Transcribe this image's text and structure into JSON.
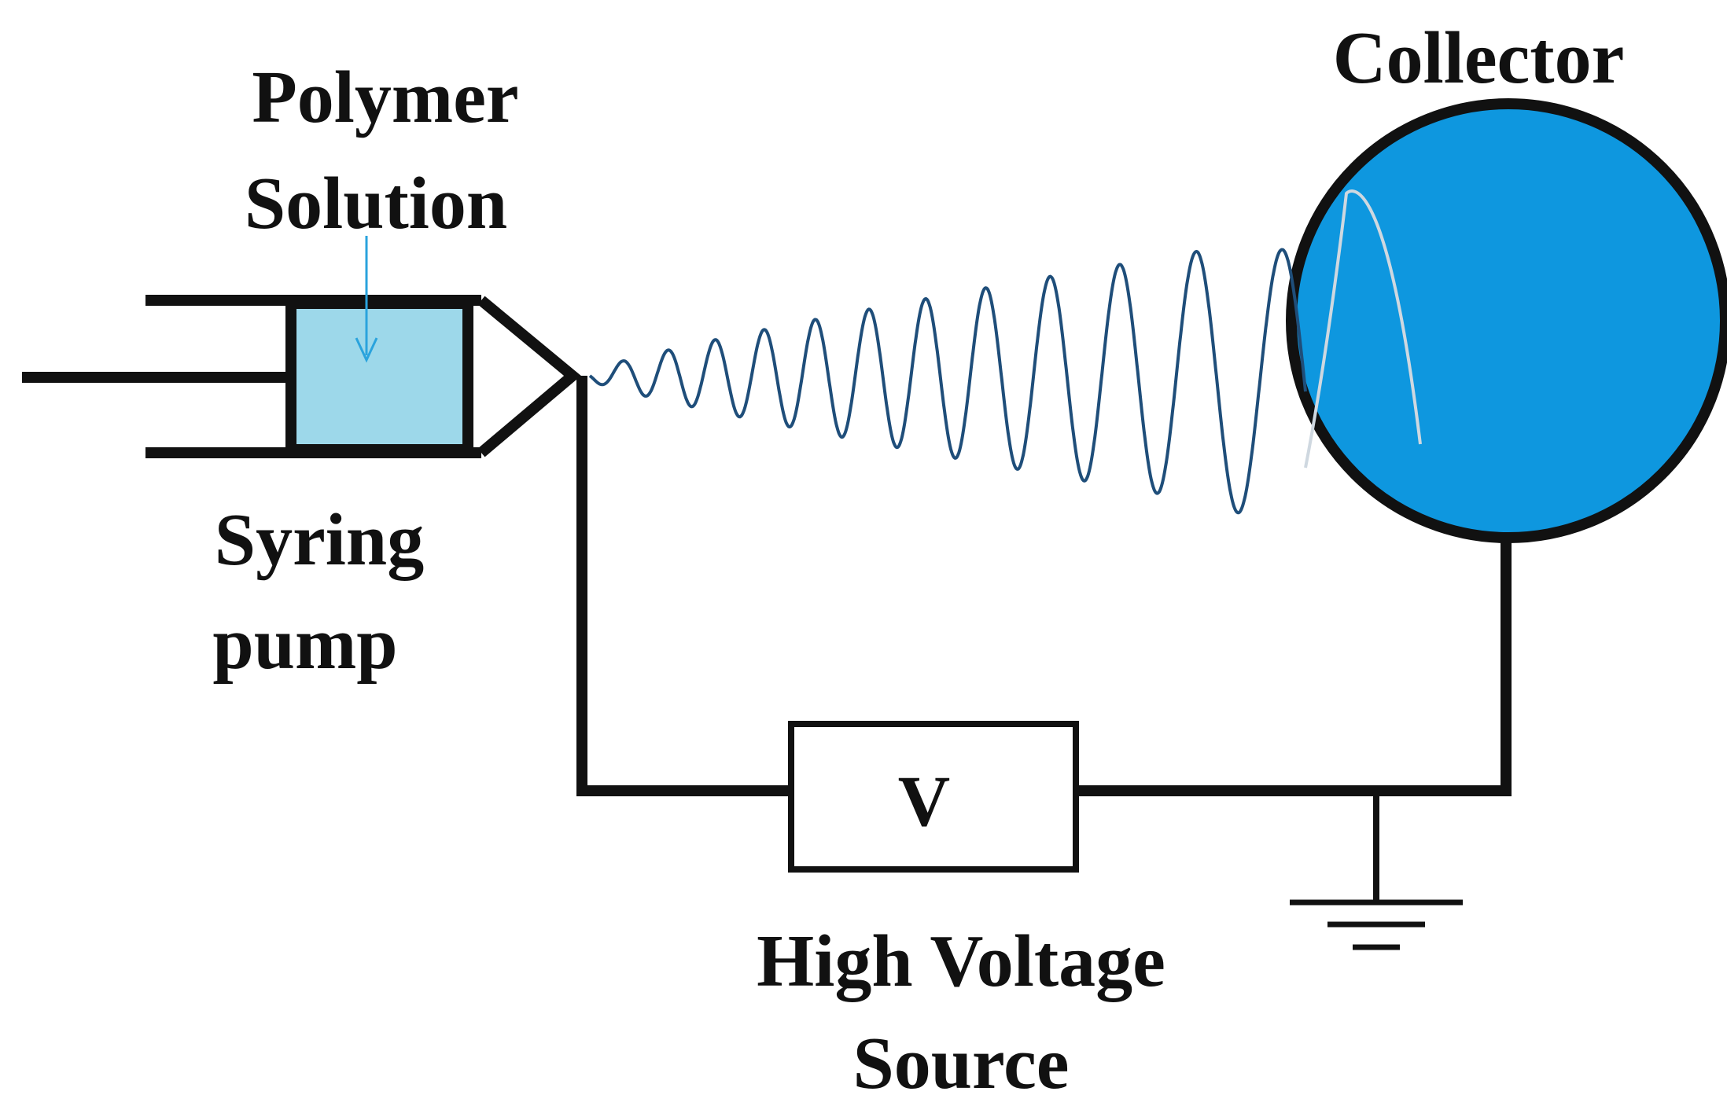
{
  "labels": {
    "polymer_line1": "Polymer",
    "polymer_line2": "Solution",
    "syringe_line1": "Syring",
    "syringe_line2": "pump",
    "collector": "Collector",
    "voltage_symbol": "V",
    "hv_line1": "High Voltage",
    "hv_line2": "Source"
  },
  "colors": {
    "line": "#111111",
    "solution_fill": "#9DD8EA",
    "arrow": "#2AA3DD",
    "collector_fill": "#0E97DF",
    "jet": "#1F4E7A",
    "fiber_on_collector": "#CFD8E0"
  }
}
